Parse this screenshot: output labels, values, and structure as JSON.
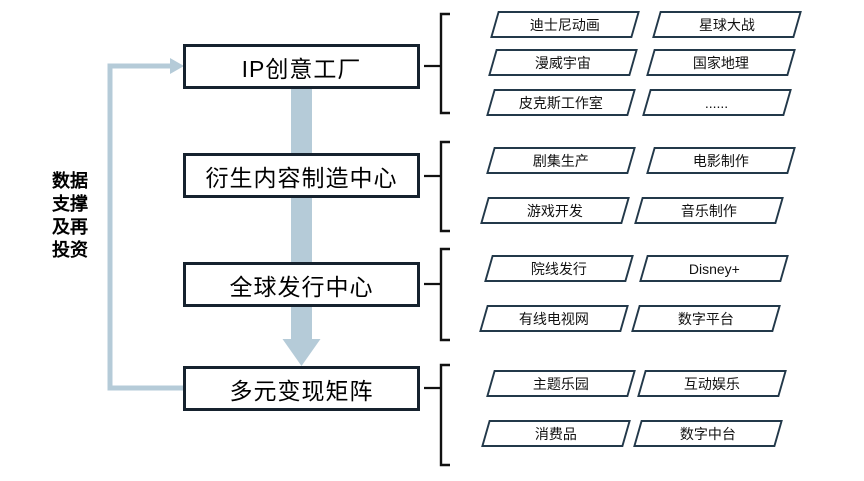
{
  "colors": {
    "flow_arrow": "#b5cbd8",
    "stage_border": "#16222e",
    "item_border": "#23394a",
    "bracket": "#111111",
    "text": "#000000"
  },
  "left_label": {
    "full": "数据支撑及再投资",
    "lines": [
      "数据",
      "支撑",
      "及再",
      "投资"
    ]
  },
  "flow": {
    "stages": [
      {
        "label": "IP创意工厂",
        "items": [
          "迪士尼动画",
          "星球大战",
          "漫威宇宙",
          "国家地理",
          "皮克斯工作室",
          "......"
        ]
      },
      {
        "label": "衍生内容制造中心",
        "items": [
          "剧集生产",
          "电影制作",
          "游戏开发",
          "音乐制作"
        ]
      },
      {
        "label": "全球发行中心",
        "items": [
          "院线发行",
          "Disney+",
          "有线电视网",
          "数字平台"
        ]
      },
      {
        "label": "多元变现矩阵",
        "items": [
          "主题乐园",
          "互动娱乐",
          "消费品",
          "数字中台"
        ]
      }
    ]
  }
}
